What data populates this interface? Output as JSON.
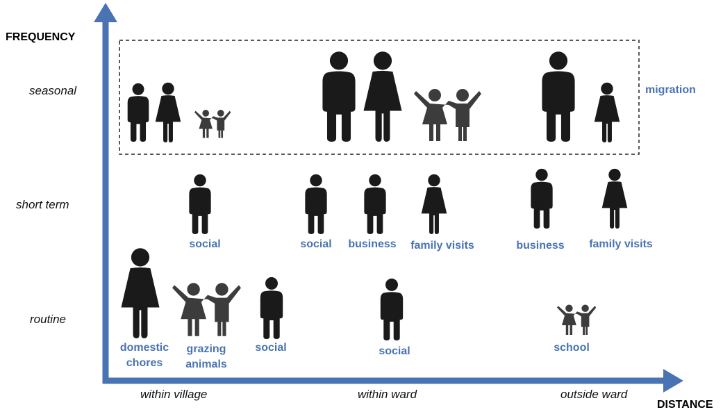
{
  "axes": {
    "y_title": "FREQUENCY",
    "x_title": "DISTANCE",
    "frequency_levels": [
      "seasonal",
      "short term",
      "routine"
    ],
    "distance_levels": [
      "within village",
      "within ward",
      "outside ward"
    ]
  },
  "group_label": "migration",
  "activities": {
    "short_social_village": "social",
    "short_social_ward": "social",
    "short_business_ward": "business",
    "short_family_ward": "family visits",
    "short_business_outside": "business",
    "short_family_outside": "family visits",
    "routine_chores": "domestic\nchores",
    "routine_grazing": "grazing\nanimals",
    "routine_social_village": "social",
    "routine_social_ward": "social",
    "routine_school": "school"
  },
  "icons": {
    "man": "man-icon",
    "woman": "woman-icon",
    "children": "children-icon"
  },
  "colors": {
    "axis": "#4a73b3",
    "label": "#4a73b3",
    "figure": "#1a1a1a",
    "child_figure": "#3c3c3c"
  }
}
